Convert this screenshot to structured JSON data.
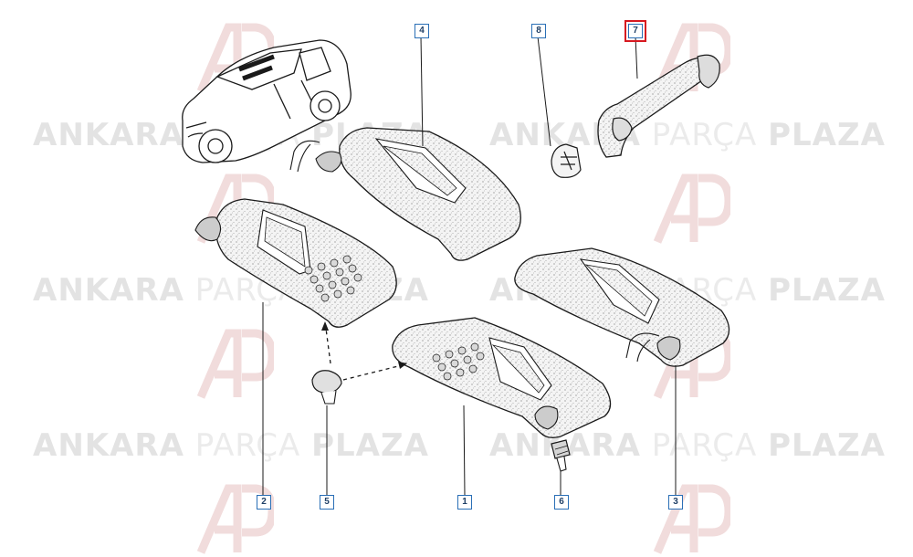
{
  "watermark": {
    "word1": "ANKARA",
    "word2": "PARÇA",
    "word3": "PLAZA"
  },
  "colors": {
    "callout_border": "#2a6fb6",
    "callout_text": "#1f3f66",
    "highlight": "#d71920",
    "logo": "#f0d7d7",
    "linework": "#1a1a1a",
    "part_fill": "#efefef"
  },
  "callouts": [
    {
      "id": "c1",
      "label": "1",
      "highlighted": false
    },
    {
      "id": "c2",
      "label": "2",
      "highlighted": false
    },
    {
      "id": "c3",
      "label": "3",
      "highlighted": false
    },
    {
      "id": "c4",
      "label": "4",
      "highlighted": false
    },
    {
      "id": "c5",
      "label": "5",
      "highlighted": false
    },
    {
      "id": "c6",
      "label": "6",
      "highlighted": false
    },
    {
      "id": "c7",
      "label": "7",
      "highlighted": true
    },
    {
      "id": "c8",
      "label": "8",
      "highlighted": false
    }
  ]
}
